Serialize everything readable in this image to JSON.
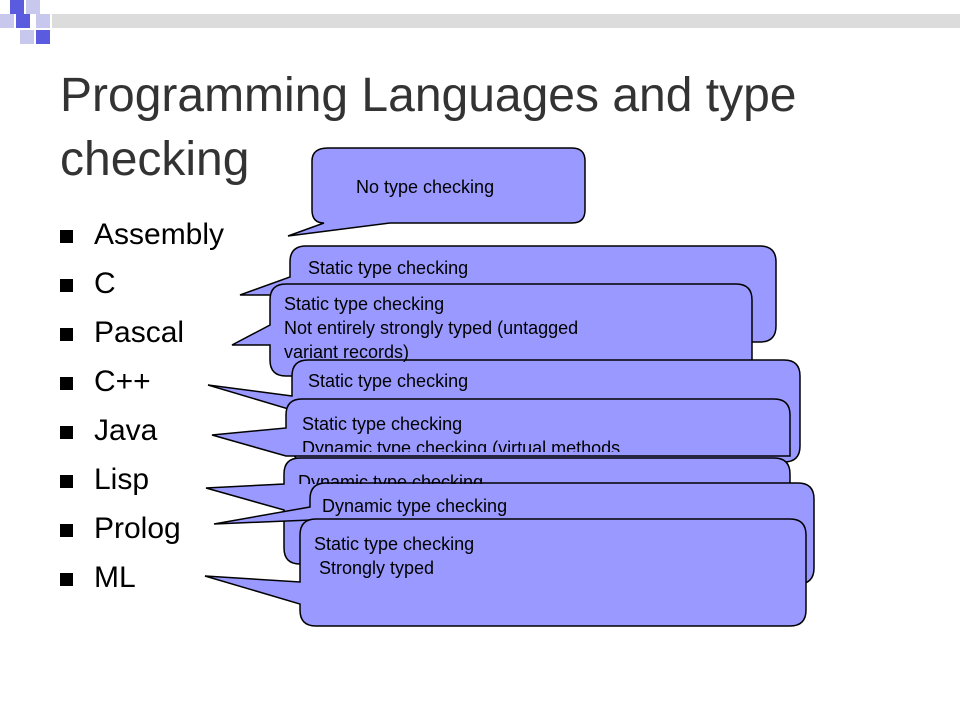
{
  "slide": {
    "title": "Programming Languages and type checking",
    "bullets": [
      "Assembly",
      "C",
      "Pascal",
      "C++",
      "Java",
      "Lisp",
      "Prolog",
      "ML"
    ]
  },
  "colors": {
    "callout_fill": "#9999ff",
    "deco_blue": "#5b5be0",
    "deco_light": "#c8c8ee",
    "deco_bar": "#dcdcdc"
  },
  "callouts": {
    "assembly": {
      "line1": "No type checking"
    },
    "c": {
      "line1": "Static type checking"
    },
    "pascal": {
      "line1": "Static type checking",
      "line2": "Not entirely strongly typed (untagged",
      "line3": "variant records)"
    },
    "cpp": {
      "line1": "Static type checking"
    },
    "java": {
      "line1": "Static type checking",
      "line2": "Dynamic type checking (virtual methods"
    },
    "lisp": {
      "line1": "Dynamic type checking"
    },
    "prolog": {
      "line1": "Dynamic type checking"
    },
    "ml": {
      "line1": "Static type checking",
      "line2": " Strongly typed"
    }
  }
}
